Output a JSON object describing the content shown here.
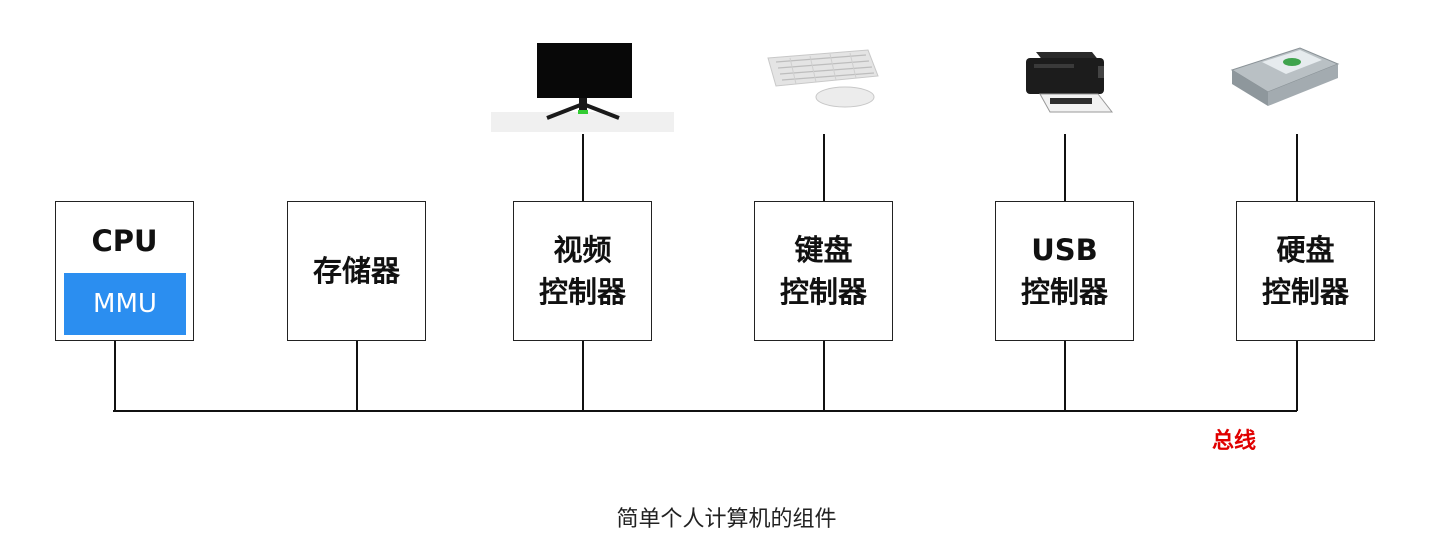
{
  "diagram": {
    "components": [
      {
        "id": "cpu",
        "lines": [
          "CPU"
        ],
        "sub": "MMU"
      },
      {
        "id": "memory",
        "lines": [
          "存储器"
        ]
      },
      {
        "id": "video",
        "lines": [
          "视频",
          "控制器"
        ],
        "device": "monitor-icon"
      },
      {
        "id": "keyboard",
        "lines": [
          "键盘",
          "控制器"
        ],
        "device": "keyboard-mouse-icon"
      },
      {
        "id": "usb",
        "lines": [
          "USB",
          "控制器"
        ],
        "device": "printer-icon"
      },
      {
        "id": "disk",
        "lines": [
          "硬盘",
          "控制器"
        ],
        "device": "hard-disk-icon"
      }
    ],
    "bus_label": "总线",
    "caption": "简单个人计算机的组件",
    "colors": {
      "bus_label": "#e00000",
      "mmu": "#2b8ef0",
      "lines": "#111111"
    }
  }
}
